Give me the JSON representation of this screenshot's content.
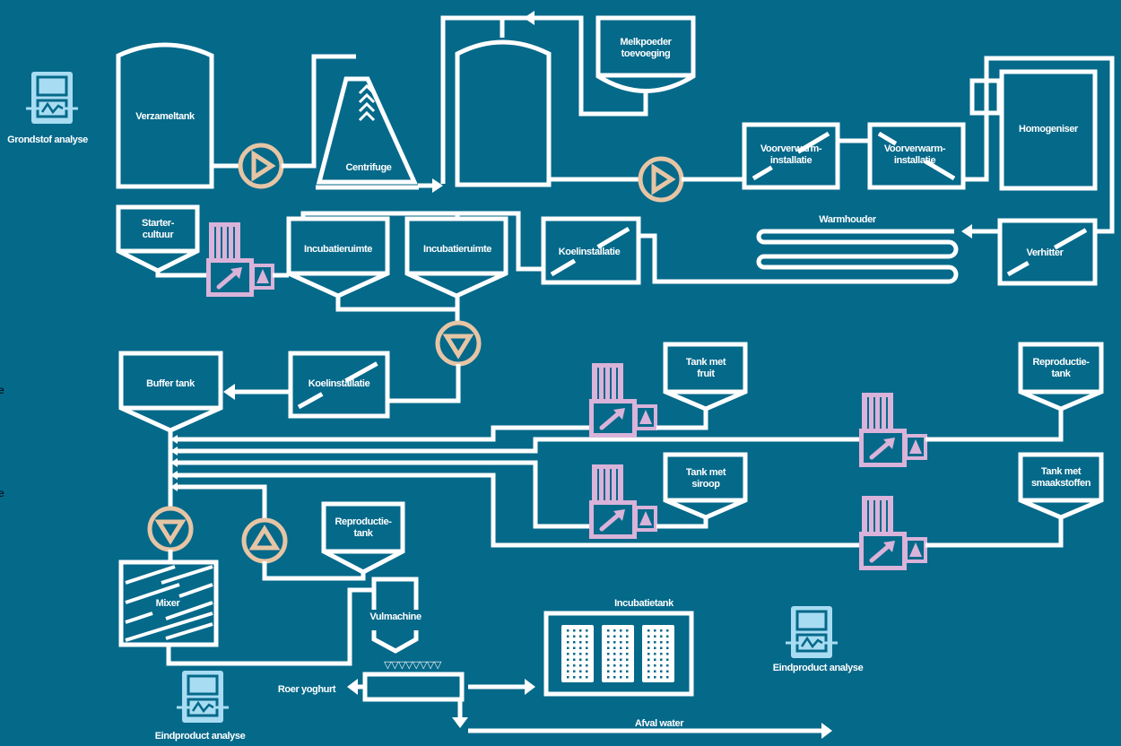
{
  "colors": {
    "background": "#05698a",
    "line": "#ffffff",
    "pump": "#e6c5a5",
    "valve": "#d9b3d9",
    "analyzer": "#a8dcf2"
  },
  "edge_fragments": [
    "e",
    "e"
  ],
  "analysis": {
    "raw": "Grondstof analyse",
    "end1": "Eindproduct analyse",
    "end2": "Eindproduct analyse"
  },
  "equipment": {
    "verzameltank": "Verzameltank",
    "centrifuge": "Centrifuge",
    "melkpoeder_l1": "Melkpoeder",
    "melkpoeder_l2": "toevoeging",
    "voorverwarm1_l1": "Voorverwarm-",
    "voorverwarm1_l2": "installatie",
    "voorverwarm2_l1": "Voorverwarm-",
    "voorverwarm2_l2": "installatie",
    "homogeniser": "Homogeniser",
    "warmhouder": "Warmhouder",
    "verhitter": "Verhitter",
    "koel1": "Koelinstallatie",
    "koel2": "Koelinstallatie",
    "starter_l1": "Starter-",
    "starter_l2": "cultuur",
    "incubatie1": "Incubatieruimte",
    "incubatie2": "Incubatieruimte",
    "buffer": "Buffer tank",
    "fruit_l1": "Tank met",
    "fruit_l2": "fruit",
    "siroop_l1": "Tank met",
    "siroop_l2": "siroop",
    "repro1_l1": "Reproductie-",
    "repro1_l2": "tank",
    "smaak_l1": "Tank met",
    "smaak_l2": "smaakstoffen",
    "repro2_l1": "Reproductie-",
    "repro2_l2": "tank",
    "mixer": "Mixer",
    "vulmachine": "Vulmachine",
    "cups": "▽▽▽▽▽▽▽▽",
    "roer": "Roer yoghurt",
    "incubatietank": "Incubatietank",
    "afval": "Afval water"
  }
}
